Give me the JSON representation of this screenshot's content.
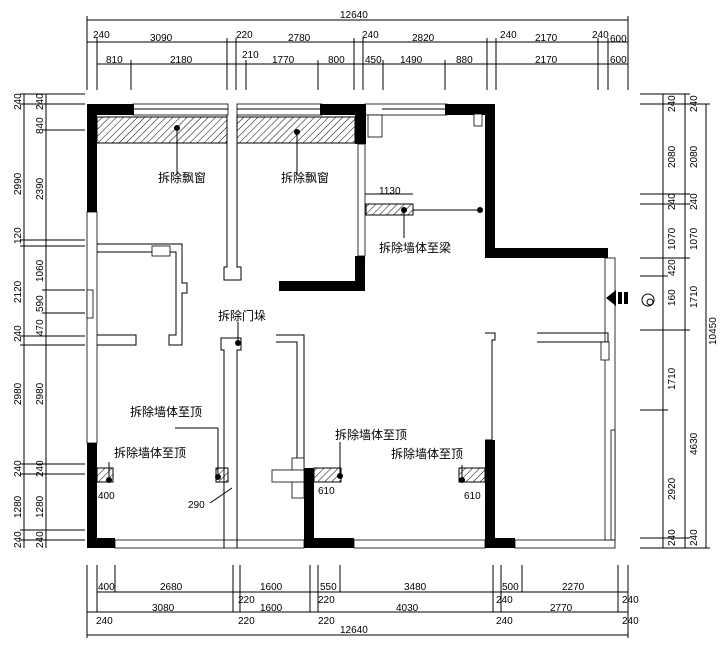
{
  "plan": {
    "top_dims": {
      "total": "12640",
      "row2": [
        "240",
        "3090",
        "220",
        "2780",
        "240",
        "2820",
        "240",
        "2170",
        "240",
        "600"
      ],
      "row3": [
        "810",
        "2180",
        "210",
        "1770",
        "800",
        "450",
        "1490",
        "880",
        "2170",
        "600"
      ]
    },
    "bottom_dims": {
      "row1": [
        "400",
        "2680",
        "1600",
        "550",
        "3480",
        "500",
        "2270"
      ],
      "row1_subs": [
        "220",
        "220",
        "240",
        "240"
      ],
      "row2": [
        "3080",
        "1600",
        "4030",
        "2770"
      ],
      "row2_subs": [
        "240",
        "220",
        "220",
        "240",
        "240"
      ],
      "total": "12640"
    },
    "left_dims": {
      "outer": [
        "240",
        "2990",
        "120",
        "2120",
        "240",
        "2980",
        "240",
        "1280",
        "240"
      ],
      "inner": [
        "240",
        "840",
        "2390",
        "1060",
        "590",
        "470",
        "2980",
        "240",
        "1280",
        "240"
      ]
    },
    "right_dims": {
      "inner": [
        "240",
        "2080",
        "240",
        "1070",
        "420",
        "160",
        "1710",
        "2920",
        "240"
      ],
      "outer": [
        "240",
        "2080",
        "240",
        "1070",
        "1710",
        "4630",
        "240"
      ],
      "total": "10450"
    },
    "annotations": {
      "remove_bay_window_1": "拆除飘窗",
      "remove_bay_window_2": "拆除飘窗",
      "remove_wall_to_beam": "拆除墙体至梁",
      "remove_door_pier": "拆除门垛",
      "remove_wall_to_ceiling_1": "拆除墙体至顶",
      "remove_wall_to_ceiling_2": "拆除墙体至顶",
      "remove_wall_to_ceiling_3": "拆除墙体至顶",
      "remove_wall_to_ceiling_4": "拆除墙体至顶"
    },
    "inner_dims": {
      "beam_width": "1130",
      "w1": "400",
      "w2": "290",
      "w3": "610",
      "w4": "610"
    }
  }
}
